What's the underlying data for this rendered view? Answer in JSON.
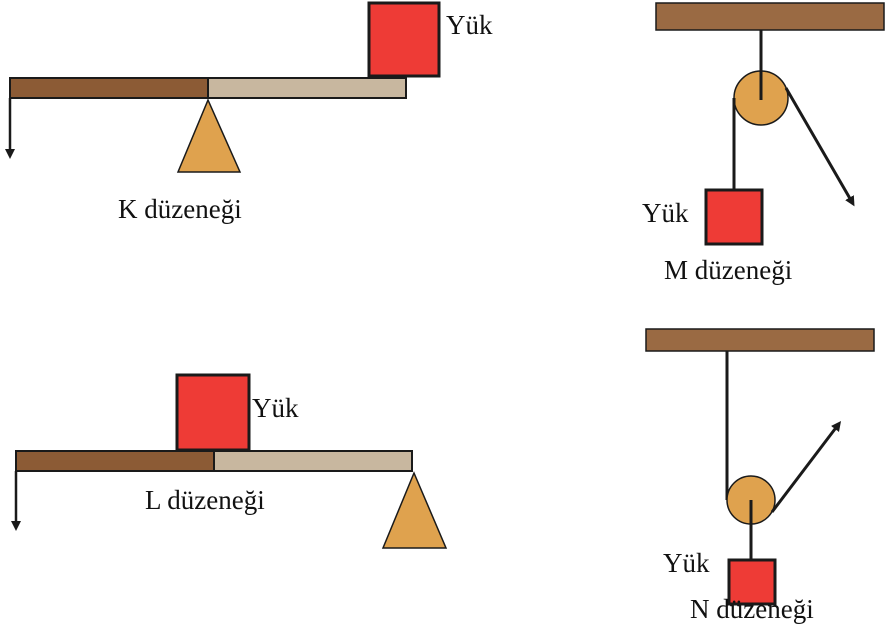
{
  "colors": {
    "wood": "#9A6A43",
    "beam_dark": "#8C5B35",
    "beam_light": "#C8B79F",
    "fulcrum": "#DFA24E",
    "pulley": "#DFA24E",
    "load": "#EE3B36",
    "line": "#1a1a1a"
  },
  "icons": {
    "arrow": "arrow-down-icon",
    "fulcrum": "triangle-fulcrum-icon",
    "pulley": "pulley-wheel-icon"
  },
  "setups": {
    "K": {
      "label": "K düzeneği",
      "load_label": "Yük"
    },
    "L": {
      "label": "L düzeneği",
      "load_label": "Yük"
    },
    "M": {
      "label": "M düzeneği",
      "load_label": "Yük"
    },
    "N": {
      "label": "N düzeneği",
      "load_label": "Yük"
    }
  }
}
